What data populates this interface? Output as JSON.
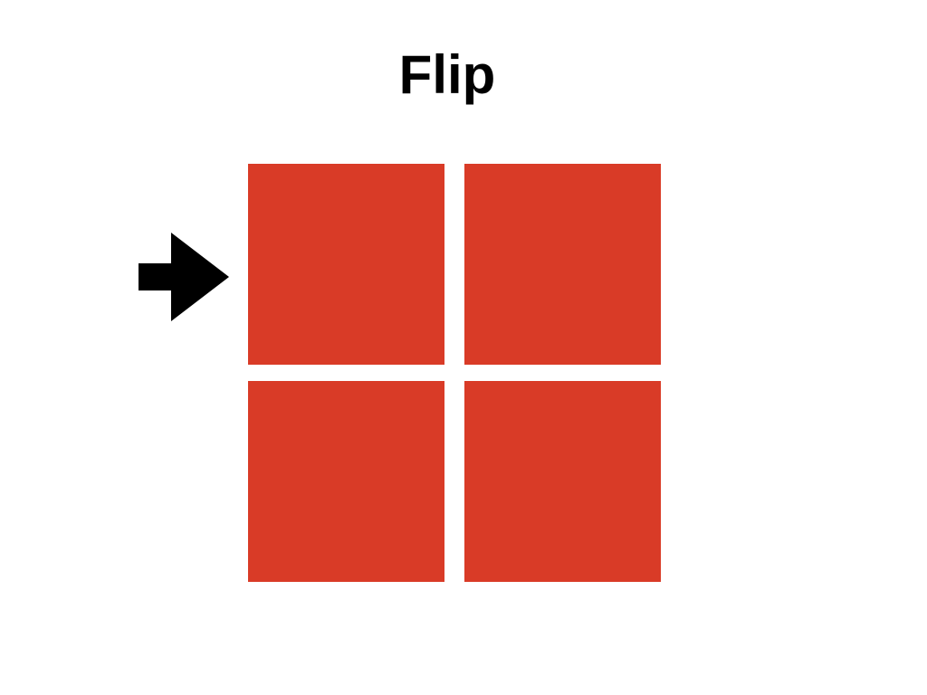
{
  "title": "Flip",
  "colors": {
    "tile": "#d93b27",
    "arrow": "#000000",
    "background": "#ffffff"
  },
  "grid": {
    "rows": 2,
    "cols": 2,
    "tiles": [
      {
        "row": 0,
        "col": 0,
        "color": "#d93b27"
      },
      {
        "row": 0,
        "col": 1,
        "color": "#d93b27"
      },
      {
        "row": 1,
        "col": 0,
        "color": "#d93b27"
      },
      {
        "row": 1,
        "col": 1,
        "color": "#d93b27"
      }
    ]
  },
  "pointer": {
    "icon": "right-arrow-icon",
    "row": 0,
    "side": "left"
  }
}
